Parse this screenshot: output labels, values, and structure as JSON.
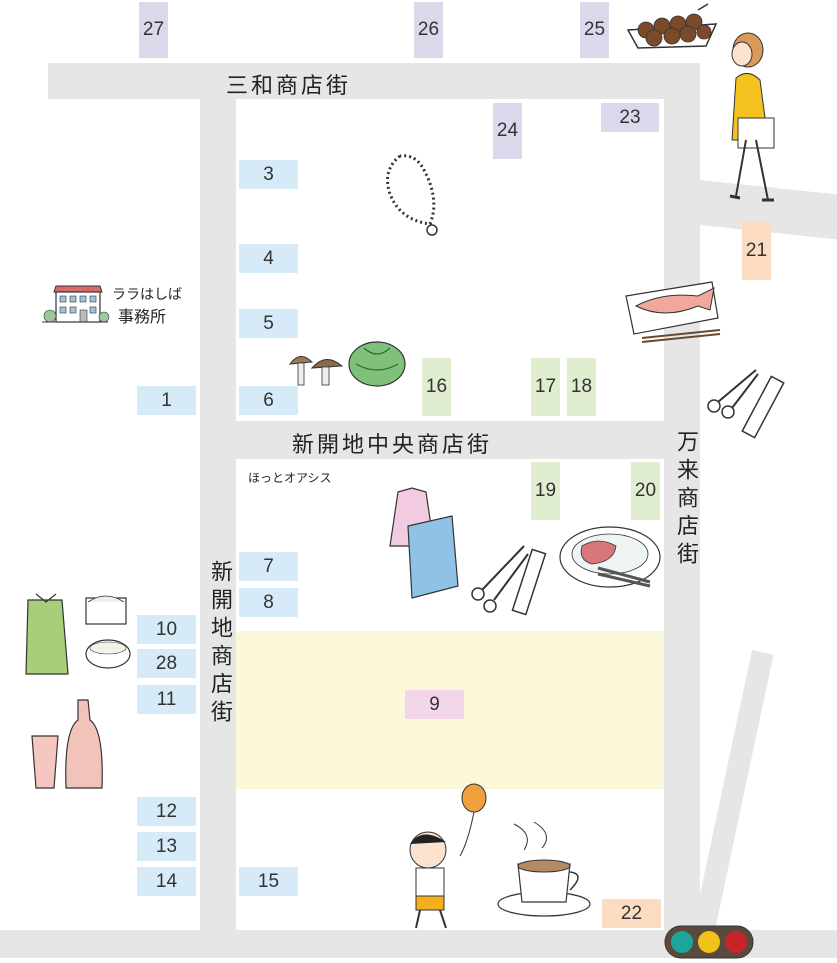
{
  "streets": {
    "sanwa": "三和商店街",
    "chuo": "新開地中央商店街",
    "shinkaichi": "新開地商店街",
    "manrai": "万来商店街"
  },
  "office": {
    "name_line1": "ララはしば",
    "name_line2": "事務所"
  },
  "shop_label": "ほっとオアシス",
  "lots": {
    "l1": "1",
    "l3": "3",
    "l4": "4",
    "l5": "5",
    "l6": "6",
    "l7": "7",
    "l8": "8",
    "l9": "9",
    "l10": "10",
    "l11": "11",
    "l12": "12",
    "l13": "13",
    "l14": "14",
    "l15": "15",
    "l16": "16",
    "l17": "17",
    "l18": "18",
    "l19": "19",
    "l20": "20",
    "l21": "21",
    "l22": "22",
    "l23": "23",
    "l24": "24",
    "l25": "25",
    "l26": "26",
    "l27": "27",
    "l28": "28"
  },
  "colors": {
    "road": "#e6e6e6",
    "lot_blue": "#d6ebf7",
    "lot_lavender": "#dcd8ec",
    "lot_green": "#e0edcf",
    "lot_orange": "#fbdcc0",
    "lot_pink": "#f3d6e8",
    "plaza_yellow": "#fbf8da",
    "traffic_green": "#1ea59b",
    "traffic_yellow": "#f2c21a",
    "traffic_red": "#c8242a"
  },
  "illustrations": [
    "necklace-icon",
    "mushroom-icon",
    "cabbage-icon",
    "takoyaki-icon",
    "woman-walking-icon",
    "fish-icon",
    "scissors-comb-icon",
    "office-building-icon",
    "clothing-icon",
    "meat-plate-icon",
    "rice-bag-icon",
    "sake-bottle-icon",
    "boy-balloon-icon",
    "coffee-cup-icon",
    "traffic-light-icon"
  ]
}
